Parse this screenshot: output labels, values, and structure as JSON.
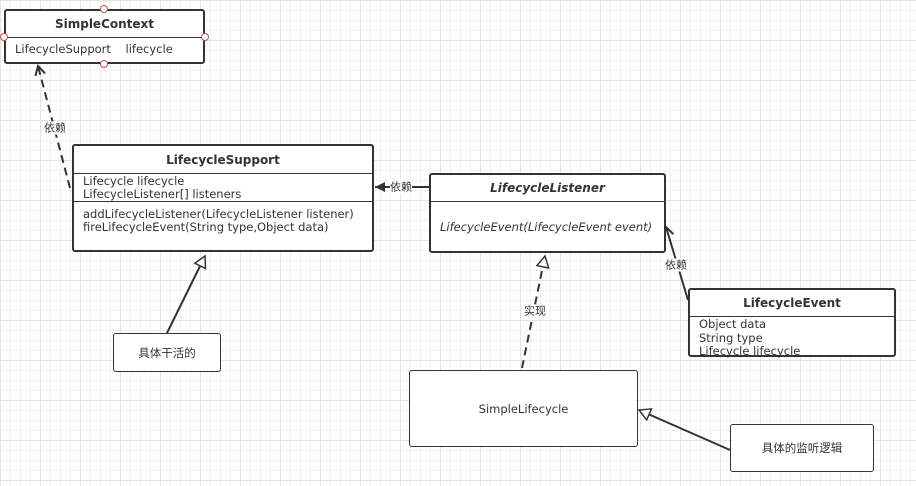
{
  "classes": {
    "simple_context": {
      "name": "SimpleContext",
      "fields": [
        "LifecycleSupport    lifecycle"
      ]
    },
    "lifecycle_support": {
      "name": "LifecycleSupport",
      "fields": [
        "Lifecycle lifecycle",
        "LifecycleListener[] listeners"
      ],
      "methods": [
        "addLifecycleListener(LifecycleListener listener)",
        "fireLifecycleEvent(String type,Object data)"
      ]
    },
    "lifecycle_listener": {
      "name": "LifecycleListener",
      "methods": [
        "LifecycleEvent(LifecycleEvent event)"
      ]
    },
    "lifecycle_event": {
      "name": "LifecycleEvent",
      "fields": [
        "Object data",
        "String type",
        "Lifecycle lifecycle"
      ]
    },
    "simple_lifecycle": {
      "name": "SimpleLifecycle"
    }
  },
  "notes": {
    "worker": "具体干活的",
    "listener_logic": "具体的监听逻辑"
  },
  "edges": {
    "support_to_context": "依赖",
    "listener_to_support": "依赖",
    "event_to_listener": "依赖",
    "lifecycle_to_listener": "实现"
  },
  "colors": {
    "line": "#333333",
    "anchor": "#b85450"
  }
}
